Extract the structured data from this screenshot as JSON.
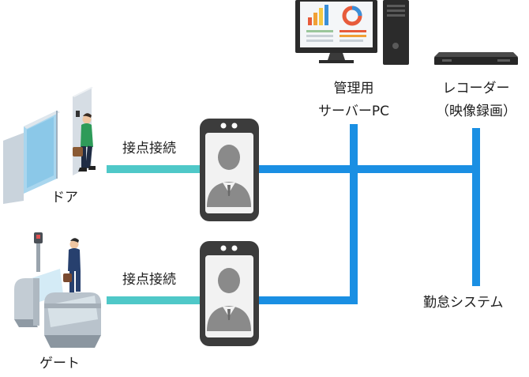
{
  "labels": {
    "door": "ドア",
    "gate": "ゲート",
    "contact_top": "接点接続",
    "contact_bottom": "接点接続",
    "server_line1": "管理用",
    "server_line2": "サーバーPC",
    "recorder_line1": "レコーダー",
    "recorder_line2": "（映像録画）",
    "attendance": "勤怠システム"
  },
  "colors": {
    "network_line": "#1a8fe3",
    "contact_line": "#4fc8c8",
    "device_frame": "#3c3c3c",
    "device_screen": "#f2f2f2",
    "avatar": "#8a8a8a"
  },
  "icons": {
    "door": "door-with-person-icon",
    "gate": "security-gate-with-person-icon",
    "face_terminal": "face-recognition-terminal-icon",
    "server": "desktop-pc-icon",
    "recorder": "video-recorder-icon"
  }
}
